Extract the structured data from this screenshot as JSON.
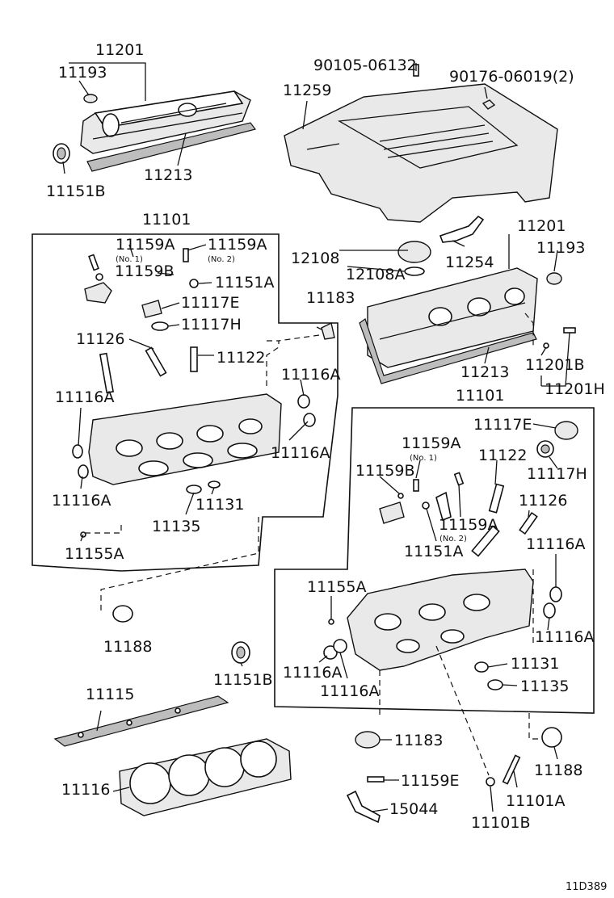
{
  "labels": {
    "l_11201_top": "11201",
    "l_11193_top": "11193",
    "l_11213_top": "11213",
    "l_11151B_top": "11151B",
    "l_90105": "90105-06132",
    "l_90176": "90176-06019(2)",
    "l_11259": "11259",
    "l_11101_left": "11101",
    "l_11159A_n1_left": "11159A",
    "l_no1_left": "(No. 1)",
    "l_11159A_n2_left": "11159A",
    "l_no2_left": "(No. 2)",
    "l_11159B_left": "11159B",
    "l_11151A_left": "11151A",
    "l_11117E_left": "11117E",
    "l_11117H_left": "11117H",
    "l_11126_left": "11126",
    "l_11122_left": "11122",
    "l_11116A_left_a": "11116A",
    "l_11116A_left_b": "11116A",
    "l_11116A_left_c": "11116A",
    "l_11116A_left_d": "11116A",
    "l_11135_left": "11135",
    "l_11131_left": "11131",
    "l_11155A_left": "11155A",
    "l_12108": "12108",
    "l_12108A": "12108A",
    "l_11183_left": "11183",
    "l_11254": "11254",
    "l_11201_right": "11201",
    "l_11193_right": "11193",
    "l_11213_right": "11213",
    "l_11201B": "11201B",
    "l_11201H": "11201H",
    "l_11101_right": "11101",
    "l_11117E_right": "11117E",
    "l_11117H_right": "11117H",
    "l_11159A_n1_right": "11159A",
    "l_no1_right": "(No. 1)",
    "l_11159B_right": "11159B",
    "l_11122_right": "11122",
    "l_11126_right": "11126",
    "l_11159A_n2_right": "11159A",
    "l_no2_right": "(No. 2)",
    "l_11151A_right": "11151A",
    "l_11116A_right_a": "11116A",
    "l_11116A_right_b": "11116A",
    "l_11155A_right": "11155A",
    "l_11116A_right_c": "11116A",
    "l_11116A_right_d": "11116A",
    "l_11131_right": "11131",
    "l_11135_right": "11135",
    "l_11188_left": "11188",
    "l_11151B_bottom": "11151B",
    "l_11115": "11115",
    "l_11116": "11116",
    "l_11183_right": "11183",
    "l_11188_right": "11188",
    "l_11159E": "11159E",
    "l_15044": "15044",
    "l_11101A": "11101A",
    "l_11101B": "11101B",
    "l_diagram_code": "11D389"
  }
}
